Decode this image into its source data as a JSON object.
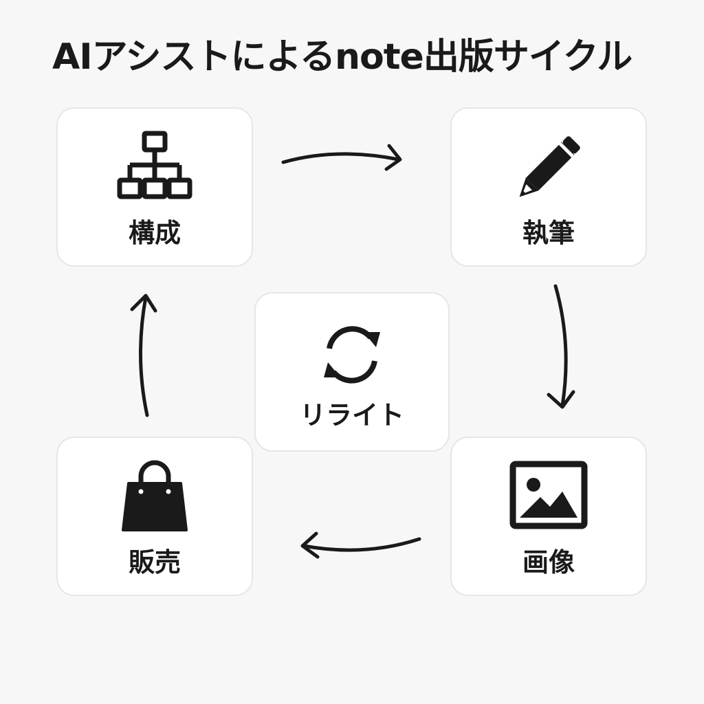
{
  "title": "AIアシストによるnote出版サイクル",
  "steps": {
    "kousei": {
      "label": "構成",
      "icon": "sitemap-icon"
    },
    "shippitsu": {
      "label": "執筆",
      "icon": "pencil-icon"
    },
    "gazou": {
      "label": "画像",
      "icon": "image-icon"
    },
    "hanbai": {
      "label": "販売",
      "icon": "shopping-bag-icon"
    },
    "rewrite": {
      "label": "リライト",
      "icon": "refresh-icon"
    }
  },
  "colors": {
    "background": "#f7f7f7",
    "card": "#ffffff",
    "card_border": "#e6e6e6",
    "ink": "#1a1a1a"
  }
}
